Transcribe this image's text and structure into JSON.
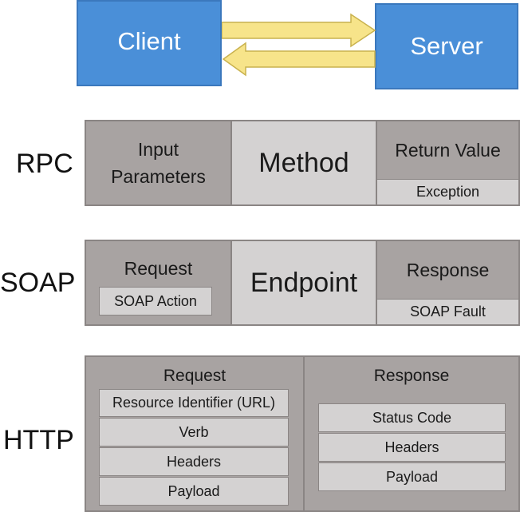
{
  "top": {
    "client": "Client",
    "server": "Server"
  },
  "rpc": {
    "label": "RPC",
    "input_line1": "Input",
    "input_line2": "Parameters",
    "method": "Method",
    "return_value": "Return Value",
    "exception": "Exception"
  },
  "soap": {
    "label": "SOAP",
    "request": "Request",
    "soap_action": "SOAP Action",
    "endpoint": "Endpoint",
    "response": "Response",
    "soap_fault": "SOAP Fault"
  },
  "http": {
    "label": "HTTP",
    "request": "Request",
    "request_items": [
      "Resource Identifier (URL)",
      "Verb",
      "Headers",
      "Payload"
    ],
    "response": "Response",
    "response_items": [
      "Status Code",
      "Headers",
      "Payload"
    ]
  },
  "colors": {
    "box_blue": "#4a8fd8",
    "arrow_yellow": "#f7e48a",
    "dark_gray": "#a8a3a2",
    "light_gray": "#d4d2d2"
  }
}
